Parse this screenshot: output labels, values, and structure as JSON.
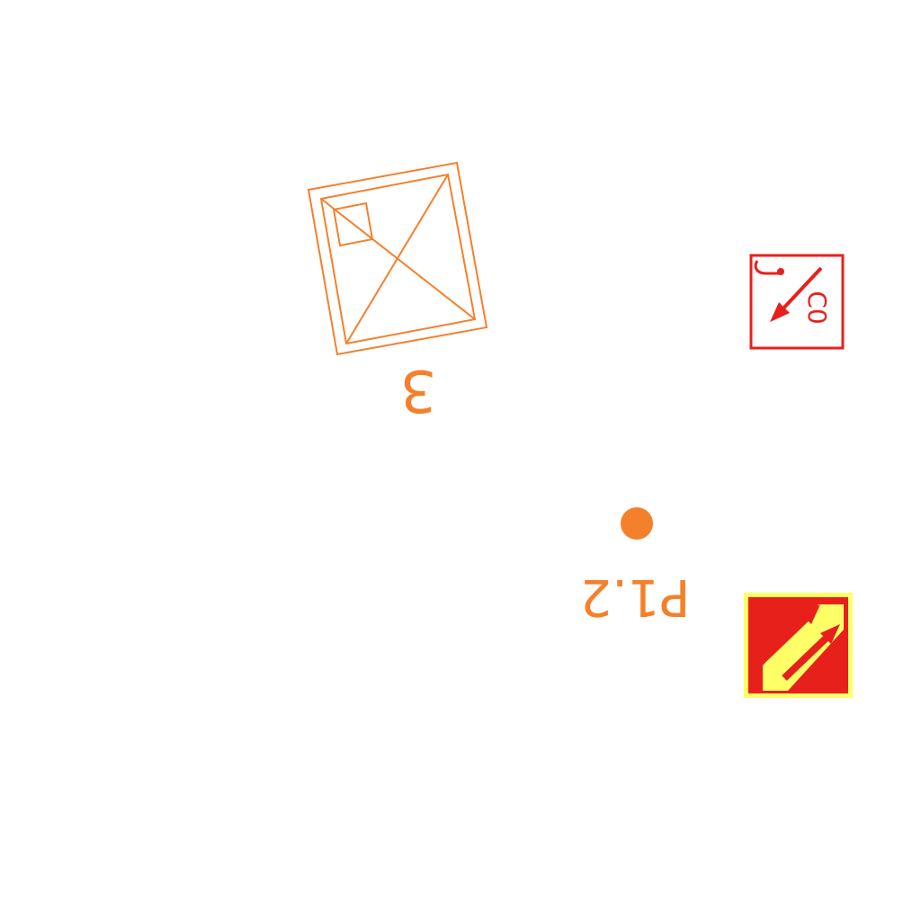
{
  "colors": {
    "background": "#ffffff",
    "orange": "#f5802b",
    "red": "#e8201c",
    "yellow": "#ffff66"
  },
  "labels": {
    "pyramid_number": "3",
    "point_label": "P1.2",
    "sign_code": "C0"
  },
  "icons": {
    "pyramid": "pyramid-outline-icon",
    "point": "point-dot-icon",
    "sign": "diagonal-arrow-sign-icon",
    "hazard": "double-arrow-hazard-icon"
  }
}
